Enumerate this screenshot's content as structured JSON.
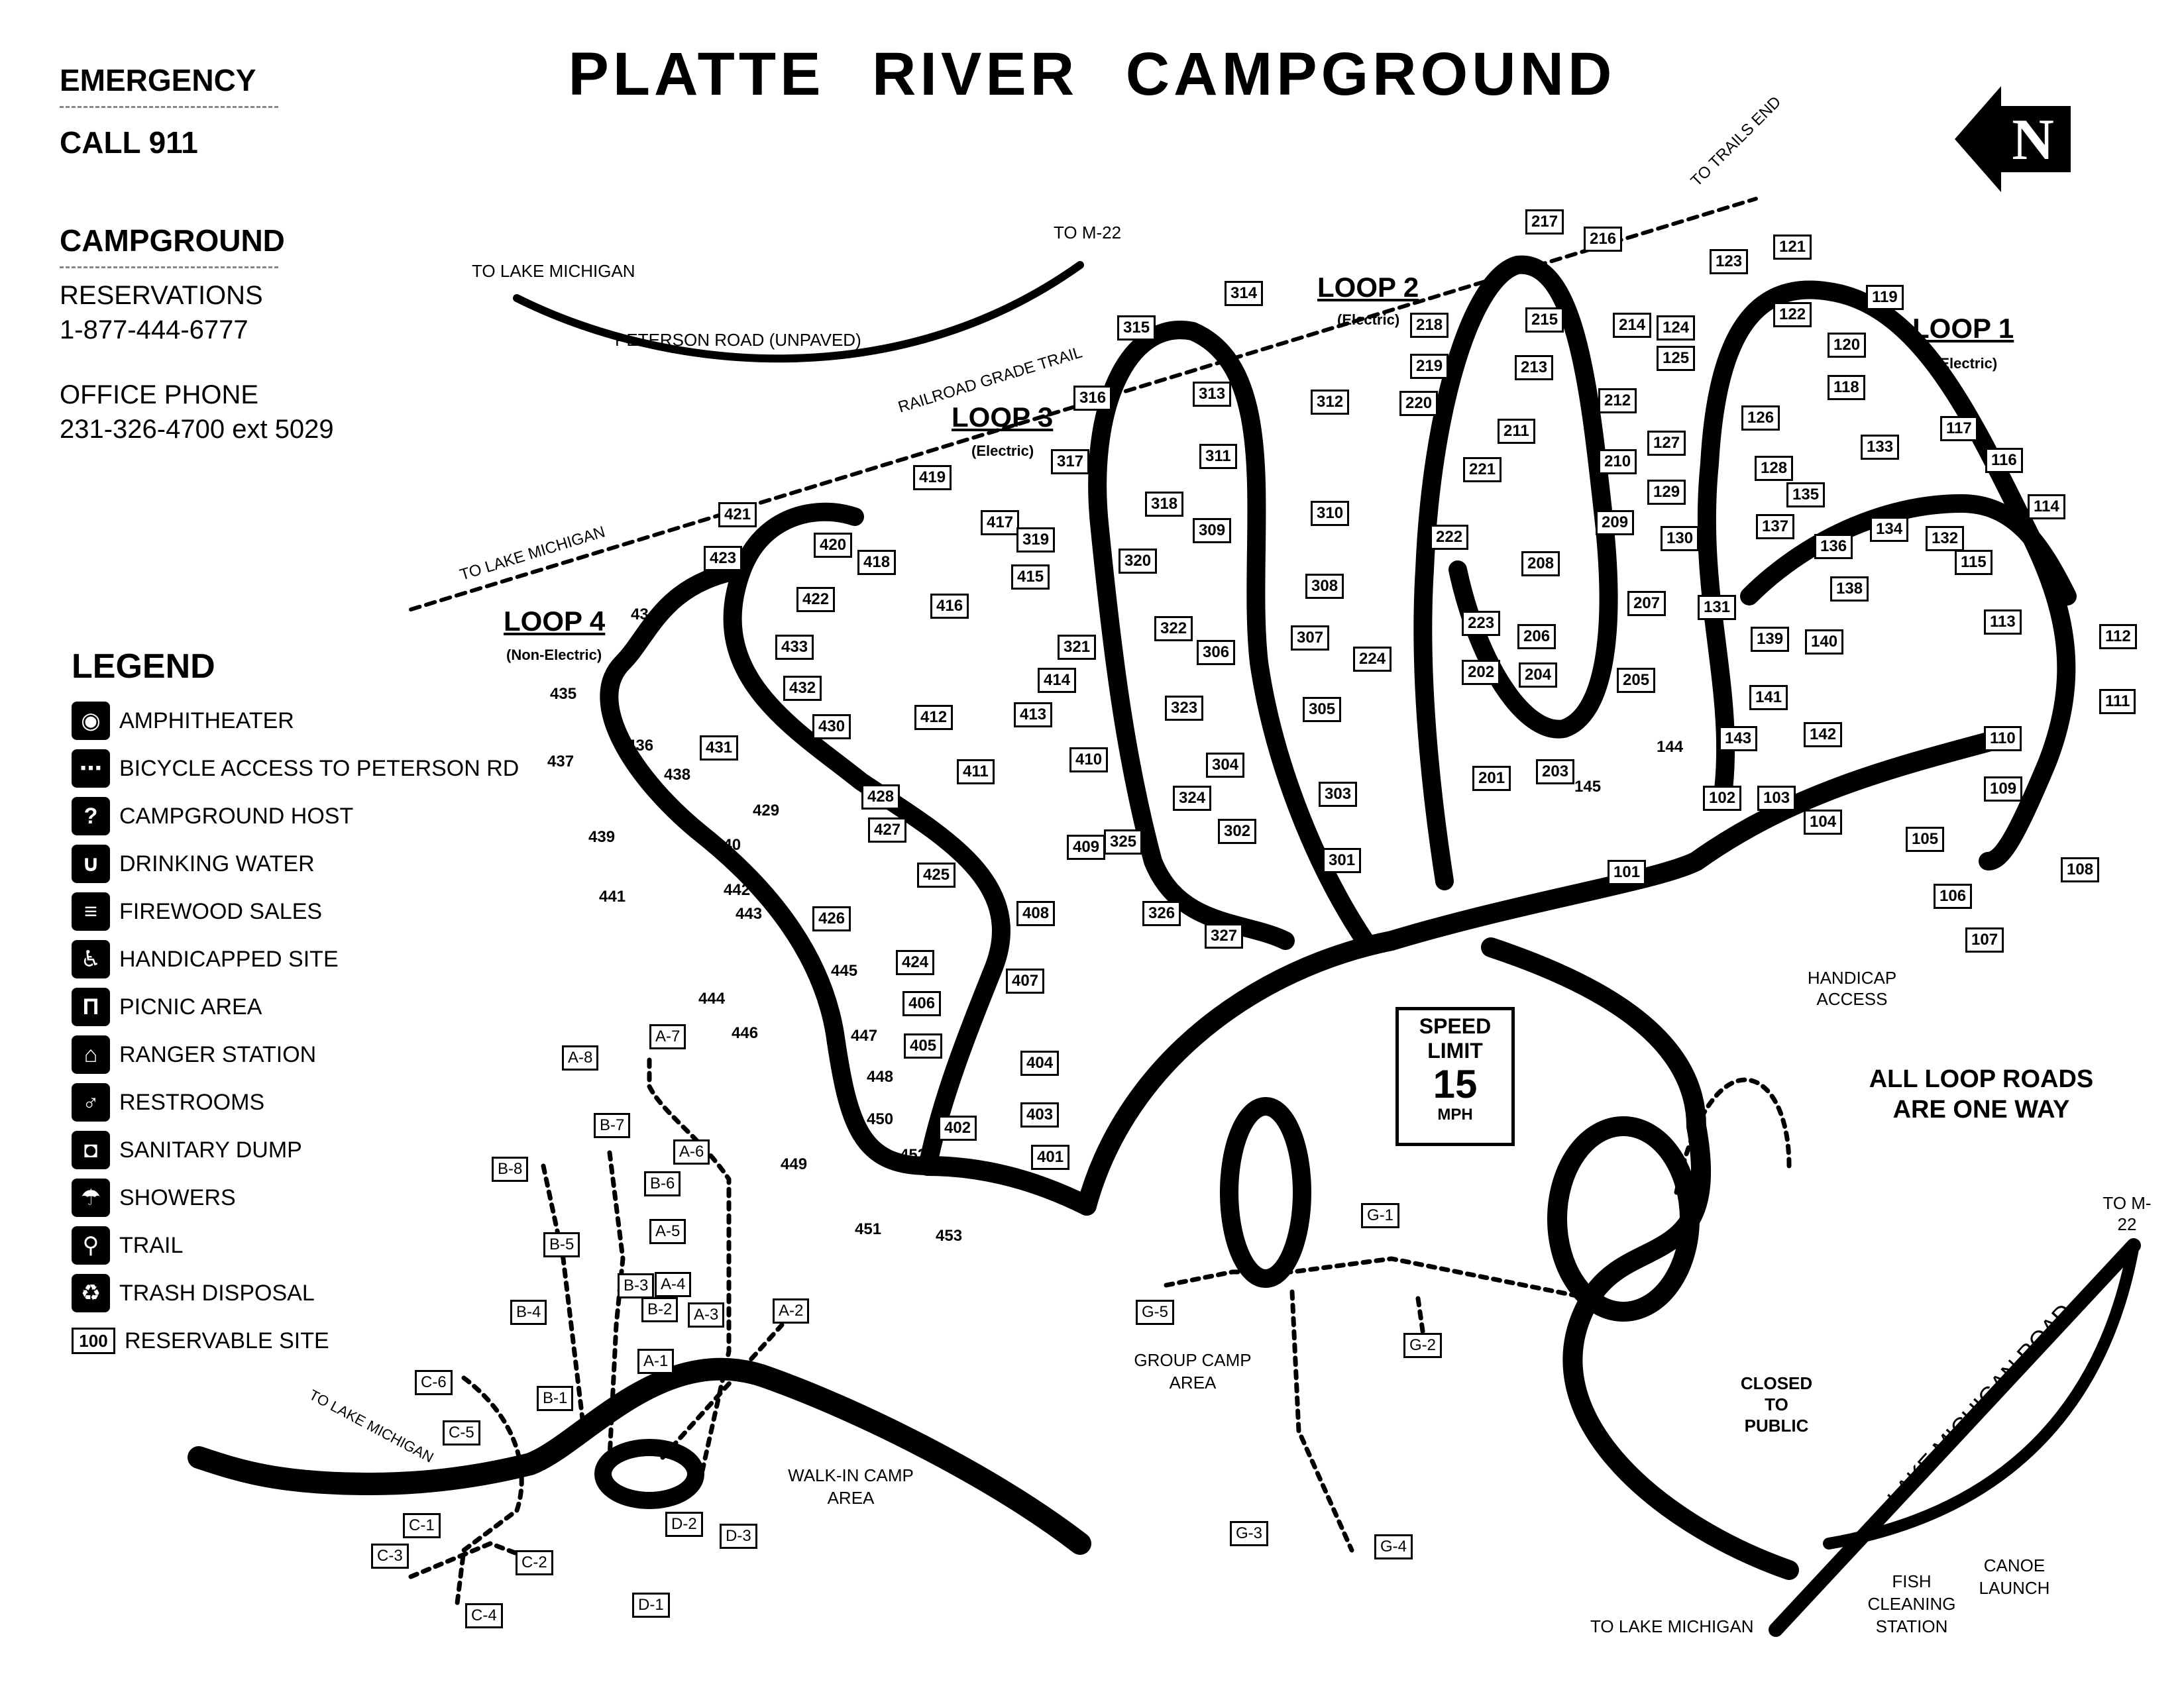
{
  "title": "PLATTE RIVER CAMPGROUND",
  "emergency": {
    "heading": "EMERGENCY",
    "call": "CALL 911"
  },
  "campground": {
    "heading": "CAMPGROUND",
    "reservations_label": "RESERVATIONS",
    "reservations_phone": "1-877-444-6777",
    "office_label": "OFFICE PHONE",
    "office_phone": "231-326-4700 ext 5029"
  },
  "north_symbol": "N",
  "legend": {
    "title": "LEGEND",
    "items": [
      {
        "icon": "amphitheater-icon",
        "label": "AMPHITHEATER"
      },
      {
        "icon": "bicycle-access-icon",
        "label": "BICYCLE ACCESS TO PETERSON RD"
      },
      {
        "icon": "campground-host-icon",
        "label": "CAMPGROUND HOST"
      },
      {
        "icon": "drinking-water-icon",
        "label": "DRINKING WATER"
      },
      {
        "icon": "firewood-icon",
        "label": "FIREWOOD SALES"
      },
      {
        "icon": "handicapped-icon",
        "label": "HANDICAPPED SITE"
      },
      {
        "icon": "picnic-icon",
        "label": "PICNIC AREA"
      },
      {
        "icon": "ranger-station-icon",
        "label": "RANGER STATION"
      },
      {
        "icon": "restrooms-icon",
        "label": "RESTROOMS"
      },
      {
        "icon": "sanitary-dump-icon",
        "label": "SANITARY DUMP"
      },
      {
        "icon": "showers-icon",
        "label": "SHOWERS"
      },
      {
        "icon": "trail-icon",
        "label": "TRAIL"
      },
      {
        "icon": "trash-icon",
        "label": "TRASH DISPOSAL"
      },
      {
        "icon": "reservable-site-icon",
        "label": "RESERVABLE SITE",
        "sample": "100"
      }
    ]
  },
  "loops": [
    {
      "name": "LOOP 1",
      "sub": "(Electric)"
    },
    {
      "name": "LOOP 2",
      "sub": "(Electric)"
    },
    {
      "name": "LOOP 3",
      "sub": "(Electric)"
    },
    {
      "name": "LOOP 4",
      "sub": "(Non-Electric)"
    }
  ],
  "labels": {
    "to_lake_michigan": "TO LAKE MICHIGAN",
    "to_m22": "TO M-22",
    "peterson_road": "PETERSON ROAD (UNPAVED)",
    "railroad_trail": "RAILROAD GRADE TRAIL",
    "to_trails_end": "TO TRAILS END",
    "handicap_access": "HANDICAP ACCESS",
    "group_camp": "GROUP CAMP AREA",
    "walk_in": "WALK-IN CAMP AREA",
    "closed": "CLOSED TO PUBLIC",
    "lake_michigan_road": "LAKE MICHIGAN ROAD",
    "fish_station": "FISH CLEANING STATION",
    "canoe_launch": "CANOE LAUNCH",
    "to_m22_right": "TO M-22",
    "one_way": "ALL LOOP ROADS ARE ONE WAY"
  },
  "speed_limit": {
    "line1": "SPEED",
    "line2": "LIMIT",
    "value": "15",
    "unit": "MPH"
  },
  "sites_boxed": [
    "121",
    "119",
    "123",
    "122",
    "120",
    "124",
    "125",
    "118",
    "117",
    "126",
    "127",
    "133",
    "116",
    "128",
    "135",
    "114",
    "129",
    "134",
    "132",
    "136",
    "115",
    "130",
    "137",
    "138",
    "131",
    "113",
    "112",
    "139",
    "140",
    "111",
    "141",
    "142",
    "110",
    "143",
    "109",
    "102",
    "103",
    "104",
    "105",
    "108",
    "101",
    "106",
    "107",
    "217",
    "216",
    "218",
    "215",
    "214",
    "219",
    "213",
    "212",
    "220",
    "211",
    "210",
    "221",
    "209",
    "222",
    "208",
    "207",
    "223",
    "206",
    "224",
    "204",
    "202",
    "205",
    "201",
    "203",
    "314",
    "315",
    "313",
    "316",
    "312",
    "311",
    "317",
    "318",
    "310",
    "309",
    "320",
    "308",
    "322",
    "307",
    "321",
    "306",
    "305",
    "323",
    "304",
    "303",
    "324",
    "302",
    "325",
    "301",
    "326",
    "327",
    "419",
    "421",
    "417",
    "420",
    "319",
    "418",
    "423",
    "415",
    "416",
    "422",
    "433",
    "414",
    "432",
    "413",
    "412",
    "430",
    "411",
    "410",
    "428",
    "431",
    "427",
    "409",
    "425",
    "426",
    "408",
    "424",
    "407",
    "406",
    "405",
    "404",
    "403",
    "401",
    "402"
  ],
  "sites_plain": [
    "434",
    "435",
    "436",
    "438",
    "437",
    "429",
    "439",
    "440",
    "441",
    "442",
    "443",
    "444",
    "445",
    "446",
    "447",
    "448",
    "449",
    "450",
    "451",
    "452",
    "453",
    "144",
    "145"
  ],
  "walkin_sites": [
    "A-8",
    "A-7",
    "B-7",
    "A-6",
    "B-8",
    "B-6",
    "A-5",
    "B-5",
    "B-3",
    "A-4",
    "B-4",
    "B-2",
    "A-3",
    "A-2",
    "A-1",
    "C-6",
    "B-1",
    "C-5",
    "C-1",
    "C-3",
    "C-2",
    "C-4",
    "D-2",
    "D-3",
    "D-1",
    "G-1",
    "G-5",
    "G-2",
    "G-3",
    "G-4"
  ]
}
